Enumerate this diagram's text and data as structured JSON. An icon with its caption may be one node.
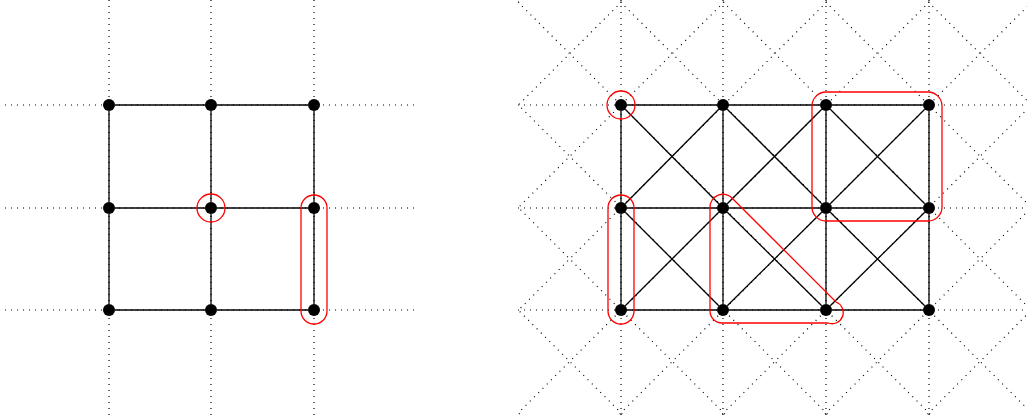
{
  "diagram": {
    "nodes": [
      {
        "text": [],
        "shape": "circle"
      },
      {
        "text": [],
        "shape": "circle"
      },
      {
        "text": [],
        "shape": "circle"
      },
      {
        "text": [],
        "shape": "circle"
      },
      {
        "text": [],
        "shape": "circle"
      },
      {
        "text": [],
        "shape": "circle"
      },
      {
        "text": [],
        "shape": "circle"
      },
      {
        "text": [],
        "shape": "circle"
      },
      {
        "text": [],
        "shape": "circle"
      },
      {
        "text": [],
        "shape": "circle"
      },
      {
        "text": [],
        "shape": "circle"
      },
      {
        "text": [],
        "shape": "circle"
      },
      {
        "text": [],
        "shape": "circle"
      },
      {
        "text": [],
        "shape": "circle"
      },
      {
        "text": [],
        "shape": "circle"
      },
      {
        "text": [],
        "shape": "circle"
      },
      {
        "text": [],
        "shape": "circle"
      },
      {
        "text": [],
        "shape": "circle"
      },
      {
        "text": [],
        "shape": "circle"
      },
      {
        "text": [],
        "shape": "circle"
      },
      {
        "text": [],
        "shape": "circle"
      }
    ],
    "edges": [
      {
        "from": 0,
        "to": 1,
        "arrow": "none"
      },
      {
        "from": 1,
        "to": 2,
        "arrow": "none"
      },
      {
        "from": 3,
        "to": 4,
        "arrow": "none"
      },
      {
        "from": 4,
        "to": 5,
        "arrow": "none"
      },
      {
        "from": 6,
        "to": 7,
        "arrow": "none"
      },
      {
        "from": 7,
        "to": 8,
        "arrow": "none"
      },
      {
        "from": 0,
        "to": 3,
        "arrow": "none"
      },
      {
        "from": 3,
        "to": 6,
        "arrow": "none"
      },
      {
        "from": 1,
        "to": 4,
        "arrow": "none"
      },
      {
        "from": 4,
        "to": 7,
        "arrow": "none"
      },
      {
        "from": 2,
        "to": 5,
        "arrow": "none"
      },
      {
        "from": 5,
        "to": 8,
        "arrow": "none"
      },
      {
        "from": 9,
        "to": 10,
        "arrow": "none"
      },
      {
        "from": 10,
        "to": 11,
        "arrow": "none"
      },
      {
        "from": 11,
        "to": 12,
        "arrow": "none"
      },
      {
        "from": 13,
        "to": 14,
        "arrow": "none"
      },
      {
        "from": 14,
        "to": 15,
        "arrow": "none"
      },
      {
        "from": 15,
        "to": 16,
        "arrow": "none"
      },
      {
        "from": 17,
        "to": 18,
        "arrow": "none"
      },
      {
        "from": 18,
        "to": 19,
        "arrow": "none"
      },
      {
        "from": 19,
        "to": 20,
        "arrow": "none"
      },
      {
        "from": 9,
        "to": 13,
        "arrow": "none"
      },
      {
        "from": 13,
        "to": 17,
        "arrow": "none"
      },
      {
        "from": 10,
        "to": 14,
        "arrow": "none"
      },
      {
        "from": 14,
        "to": 18,
        "arrow": "none"
      },
      {
        "from": 11,
        "to": 15,
        "arrow": "none"
      },
      {
        "from": 15,
        "to": 19,
        "arrow": "none"
      },
      {
        "from": 12,
        "to": 16,
        "arrow": "none"
      },
      {
        "from": 16,
        "to": 20,
        "arrow": "none"
      },
      {
        "from": 9,
        "to": 14,
        "arrow": "none"
      },
      {
        "from": 10,
        "to": 13,
        "arrow": "none"
      },
      {
        "from": 10,
        "to": 15,
        "arrow": "none"
      },
      {
        "from": 11,
        "to": 14,
        "arrow": "none"
      },
      {
        "from": 11,
        "to": 16,
        "arrow": "none"
      },
      {
        "from": 12,
        "to": 15,
        "arrow": "none"
      },
      {
        "from": 13,
        "to": 18,
        "arrow": "none"
      },
      {
        "from": 14,
        "to": 17,
        "arrow": "none"
      },
      {
        "from": 14,
        "to": 19,
        "arrow": "none"
      },
      {
        "from": 15,
        "to": 18,
        "arrow": "none"
      },
      {
        "from": 15,
        "to": 20,
        "arrow": "none"
      },
      {
        "from": 16,
        "to": 19,
        "arrow": "none"
      }
    ]
  }
}
